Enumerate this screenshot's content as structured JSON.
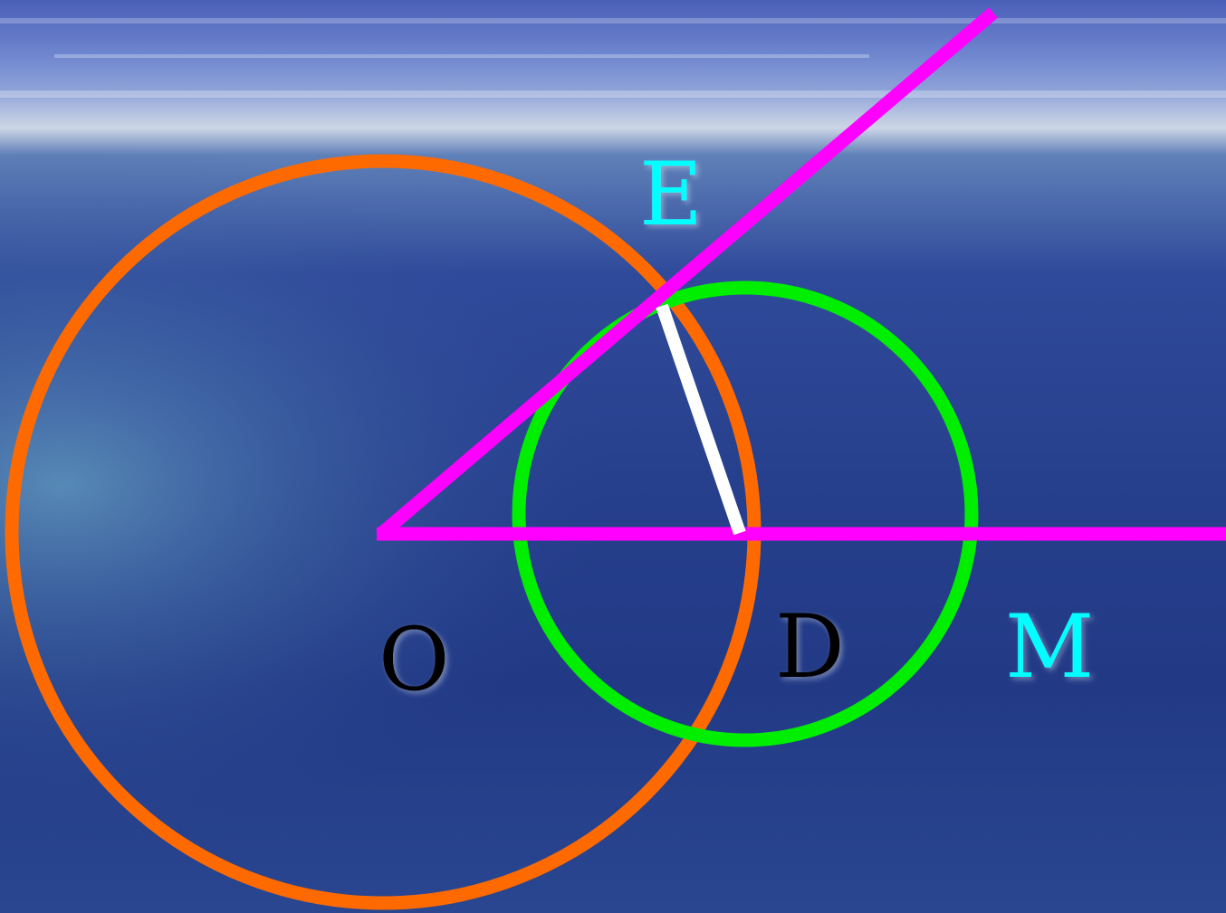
{
  "labels": {
    "e": "E",
    "o": "O",
    "d": "D",
    "m": "M"
  },
  "colors": {
    "ray": "#ff00ff",
    "circle_o": "#ff6a00",
    "circle_d": "#00ee00",
    "segment": "#ffffff",
    "label_cyan": "#00ffff",
    "label_dark": "#000000"
  }
}
